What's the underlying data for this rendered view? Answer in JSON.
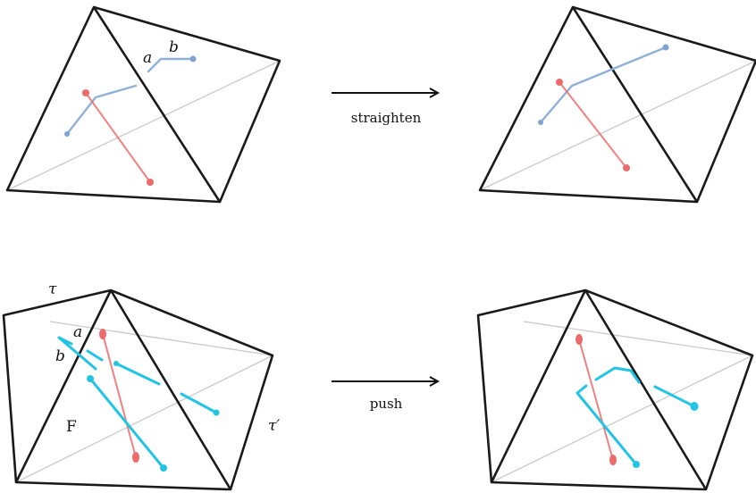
{
  "arrows": {
    "top": {
      "caption": "straighten"
    },
    "bottom": {
      "caption": "push"
    }
  },
  "labels": {
    "a_top": "a",
    "b_top": "b",
    "tau": "τ",
    "a_bottom": "a",
    "b_bottom": "b",
    "F": "F",
    "tau_prime": "τ′"
  },
  "colors": {
    "edge": "#1a1a1a",
    "hidden_edge": "#c9c9c9",
    "blue_strand": "#8fb0d8",
    "red_strand": "#ee6b6b",
    "cyan_strand": "#22c4e4"
  }
}
